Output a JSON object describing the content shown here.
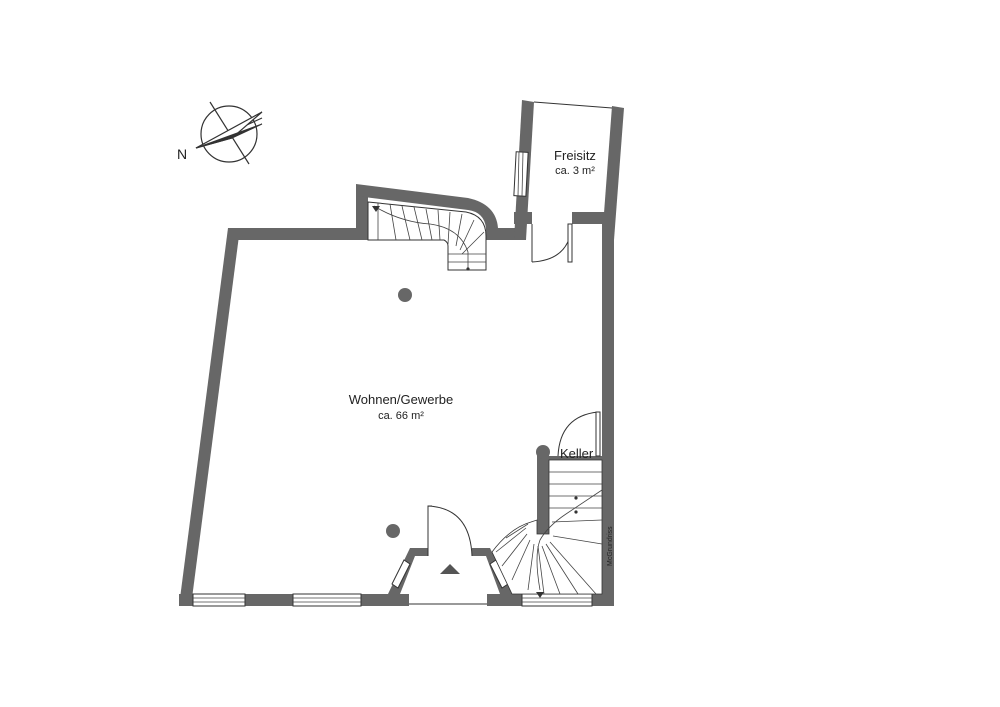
{
  "rooms": {
    "main": {
      "name": "Wohnen/Gewerbe",
      "area": "ca. 66 m²"
    },
    "terrace": {
      "name": "Freisitz",
      "area": "ca. 3 m²"
    },
    "cellar": {
      "name": "Keller"
    }
  },
  "compass": {
    "label": "N"
  },
  "credit": "McGrundriss",
  "colors": {
    "wall": "#676767",
    "line": "#333333",
    "background": "#ffffff"
  }
}
